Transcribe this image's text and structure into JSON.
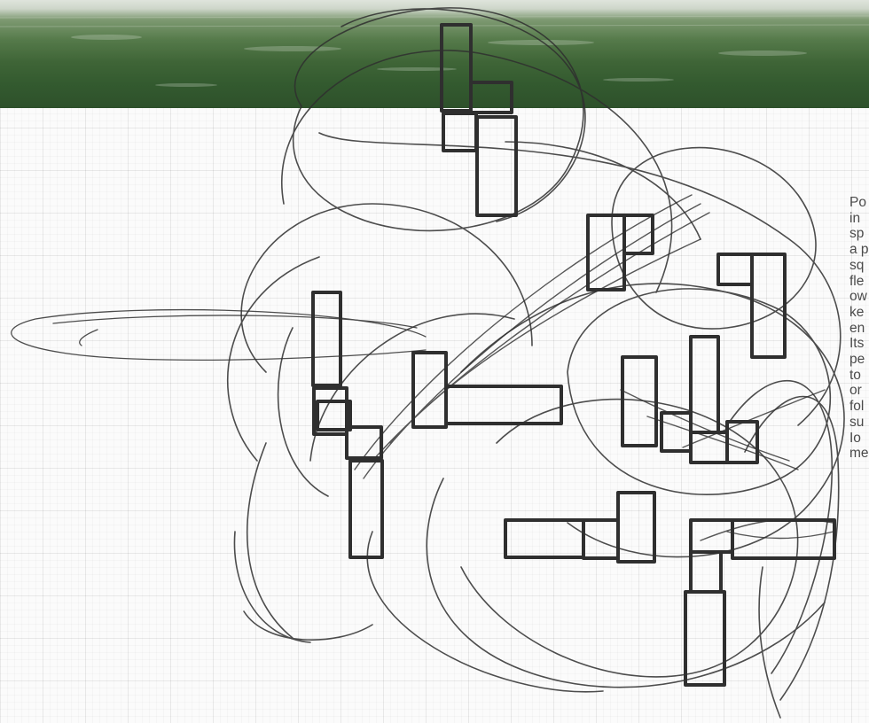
{
  "hero": {
    "image_description": "grass field photograph banner"
  },
  "description": {
    "lines": [
      "Po",
      "in",
      "sp",
      "a p",
      "sq",
      "fle",
      "ow",
      "ke",
      "en",
      "Its",
      "pe",
      "to",
      "or",
      "fol",
      "su",
      "Io",
      "me"
    ]
  },
  "colors": {
    "ink": "#2f2f2f",
    "grid": "#e7e7e7",
    "text": "#4a4a4a",
    "grass": "#3f6537"
  }
}
